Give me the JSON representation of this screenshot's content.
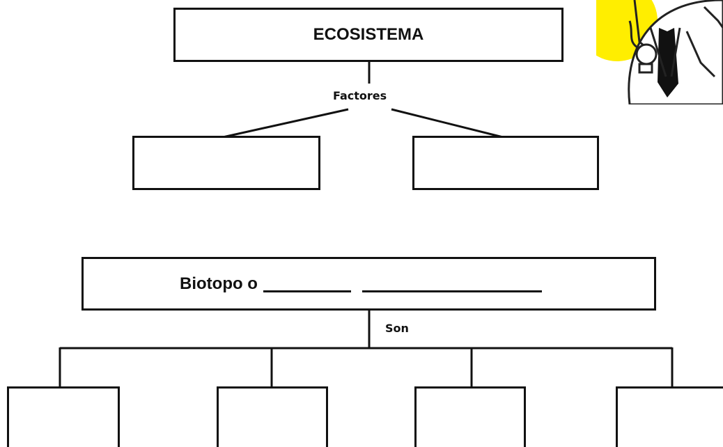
{
  "diagram": {
    "top_box": {
      "label": "ECOSISTEMA"
    },
    "top_connector": {
      "label": "Factores"
    },
    "middle_box": {
      "label_prefix": "Biotopo o"
    },
    "bottom_connector": {
      "label": "Son"
    },
    "factor_boxes": [
      {
        "label": ""
      },
      {
        "label": ""
      }
    ],
    "bottom_boxes": [
      {
        "label": ""
      },
      {
        "label": ""
      },
      {
        "label": ""
      },
      {
        "label": ""
      }
    ]
  },
  "decoration": {
    "icon": "cartoon-character-icon",
    "accent_color": "#ffee00"
  }
}
